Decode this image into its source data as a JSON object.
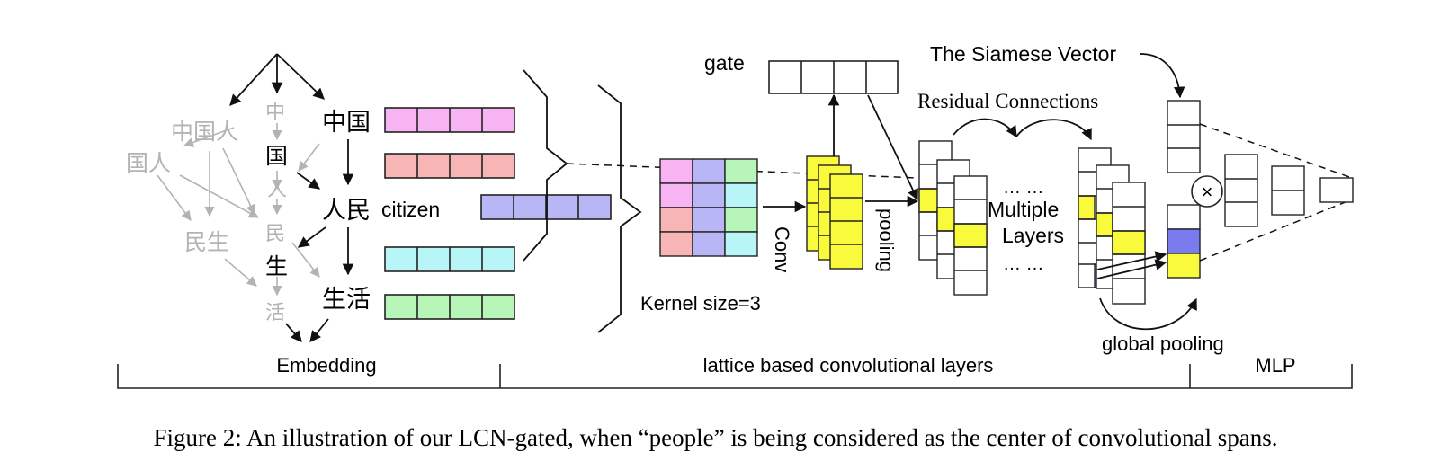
{
  "lattice": {
    "active_words": [
      "中国",
      "国",
      "人民",
      "生",
      "生活"
    ],
    "faded_words": [
      "中国人",
      "中",
      "国人",
      "人",
      "民生",
      "民",
      "活"
    ]
  },
  "labels": {
    "citizen": "citizen",
    "gate": "gate",
    "siamese": "The Siamese Vector",
    "residual": "Residual  Connections",
    "dots_top": "… …",
    "multiple": "Multiple",
    "layers": "Layers",
    "dots_bottom": "… …",
    "conv": "Conv",
    "pooling": "pooling",
    "kernel": "Kernel size=3",
    "global_pooling": "global pooling",
    "times": "×"
  },
  "sections": {
    "embedding": "Embedding",
    "conv_layers": "lattice based convolutional layers",
    "mlp": "MLP"
  },
  "colors": {
    "pink": "#f7b3f2",
    "red": "#f7b5b5",
    "blue": "#b8b6f5",
    "cyan": "#b8f5f7",
    "green": "#b8f5b8",
    "yellow": "#fafa3c",
    "dark_blue": "#7b7bf0",
    "faded": "#b3b3b3"
  },
  "caption": "Figure 2: An illustration of our LCN-gated, when “people” is being considered as the center of convolutional spans."
}
